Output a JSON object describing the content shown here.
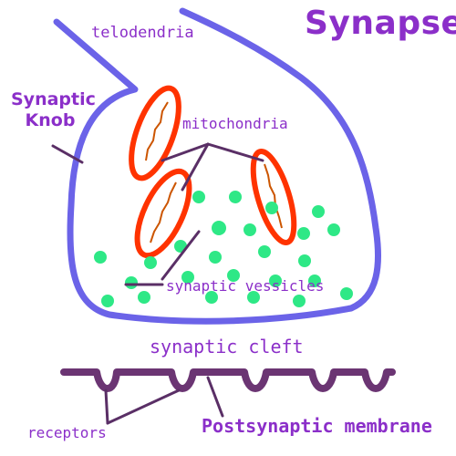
{
  "title": "Synapse",
  "labels": {
    "telodendria": "telodendria",
    "synaptic_knob_line1": "Synaptic",
    "synaptic_knob_line2": "Knob",
    "mitochondria": "mitochondria",
    "synaptic_vesicles": "synaptic vessicles",
    "synaptic_cleft": "synaptic cleft",
    "receptors": "receptors",
    "postsynaptic_membrane": "Postsynaptic membrane"
  },
  "colors": {
    "label_purple": "#8b2fc9",
    "knob_outline": "#6b63e8",
    "mitochondria_outline": "#ff3300",
    "mitochondria_inner": "#cc5500",
    "vesicle_green": "#2ee886",
    "leader_line": "#5a2f66",
    "membrane": "#6b3573"
  }
}
